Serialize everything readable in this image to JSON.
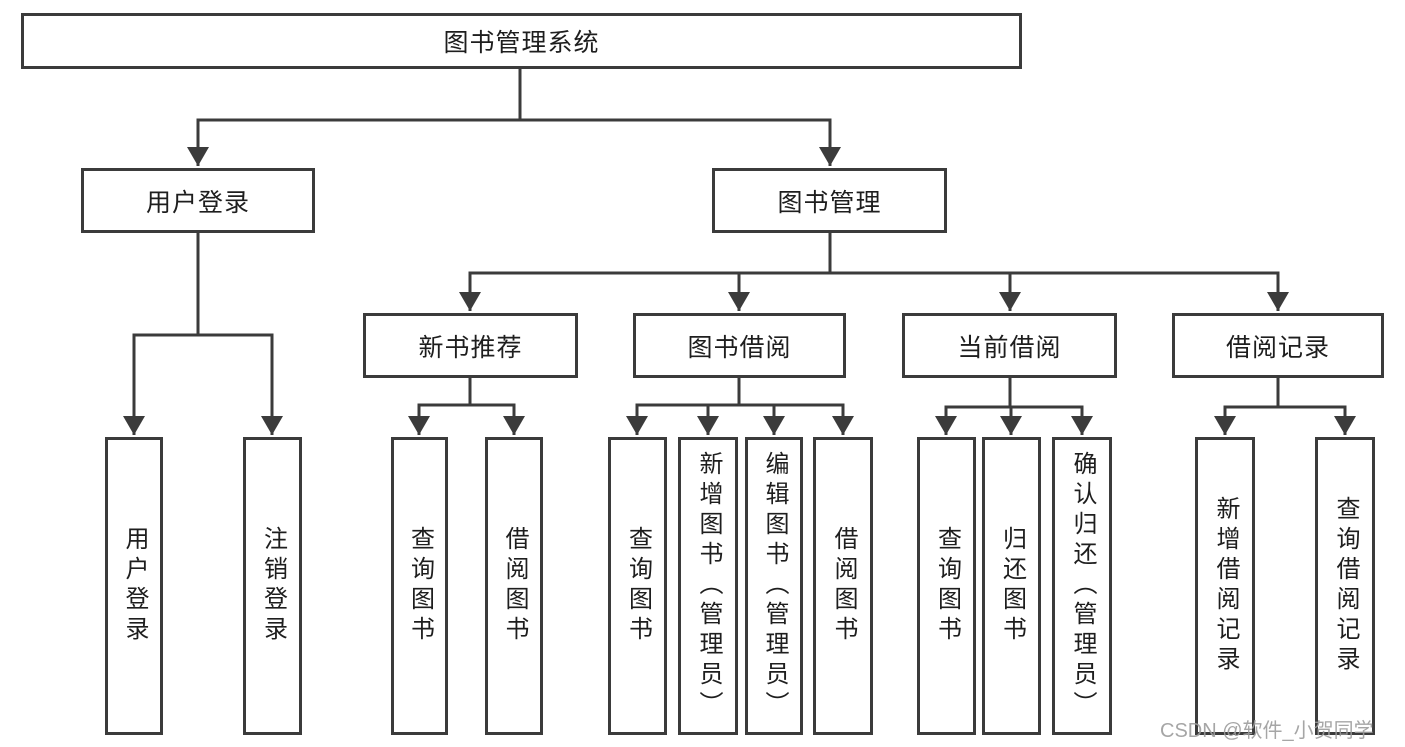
{
  "diagram": {
    "root": {
      "label": "图书管理系统"
    },
    "level2": [
      {
        "label": "用户登录",
        "children": [
          {
            "label": "用户登录"
          },
          {
            "label": "注销登录"
          }
        ]
      },
      {
        "label": "图书管理",
        "children": [
          {
            "label": "新书推荐",
            "children": [
              {
                "label": "查询图书"
              },
              {
                "label": "借阅图书"
              }
            ]
          },
          {
            "label": "图书借阅",
            "children": [
              {
                "label": "查询图书"
              },
              {
                "label": "新增图书（管理员）"
              },
              {
                "label": "编辑图书（管理员）"
              },
              {
                "label": "借阅图书"
              }
            ]
          },
          {
            "label": "当前借阅",
            "children": [
              {
                "label": "查询图书"
              },
              {
                "label": "归还图书"
              },
              {
                "label": "确认归还（管理员）"
              }
            ]
          },
          {
            "label": "借阅记录",
            "children": [
              {
                "label": "新增借阅记录"
              },
              {
                "label": "查询借阅记录"
              }
            ]
          }
        ]
      }
    ]
  },
  "watermark": "CSDN @软件_小贺同学",
  "colors": {
    "line": "#3b3b3b",
    "text": "#1e1e1e",
    "background": "#ffffff",
    "watermark": "#9d9d9d"
  }
}
